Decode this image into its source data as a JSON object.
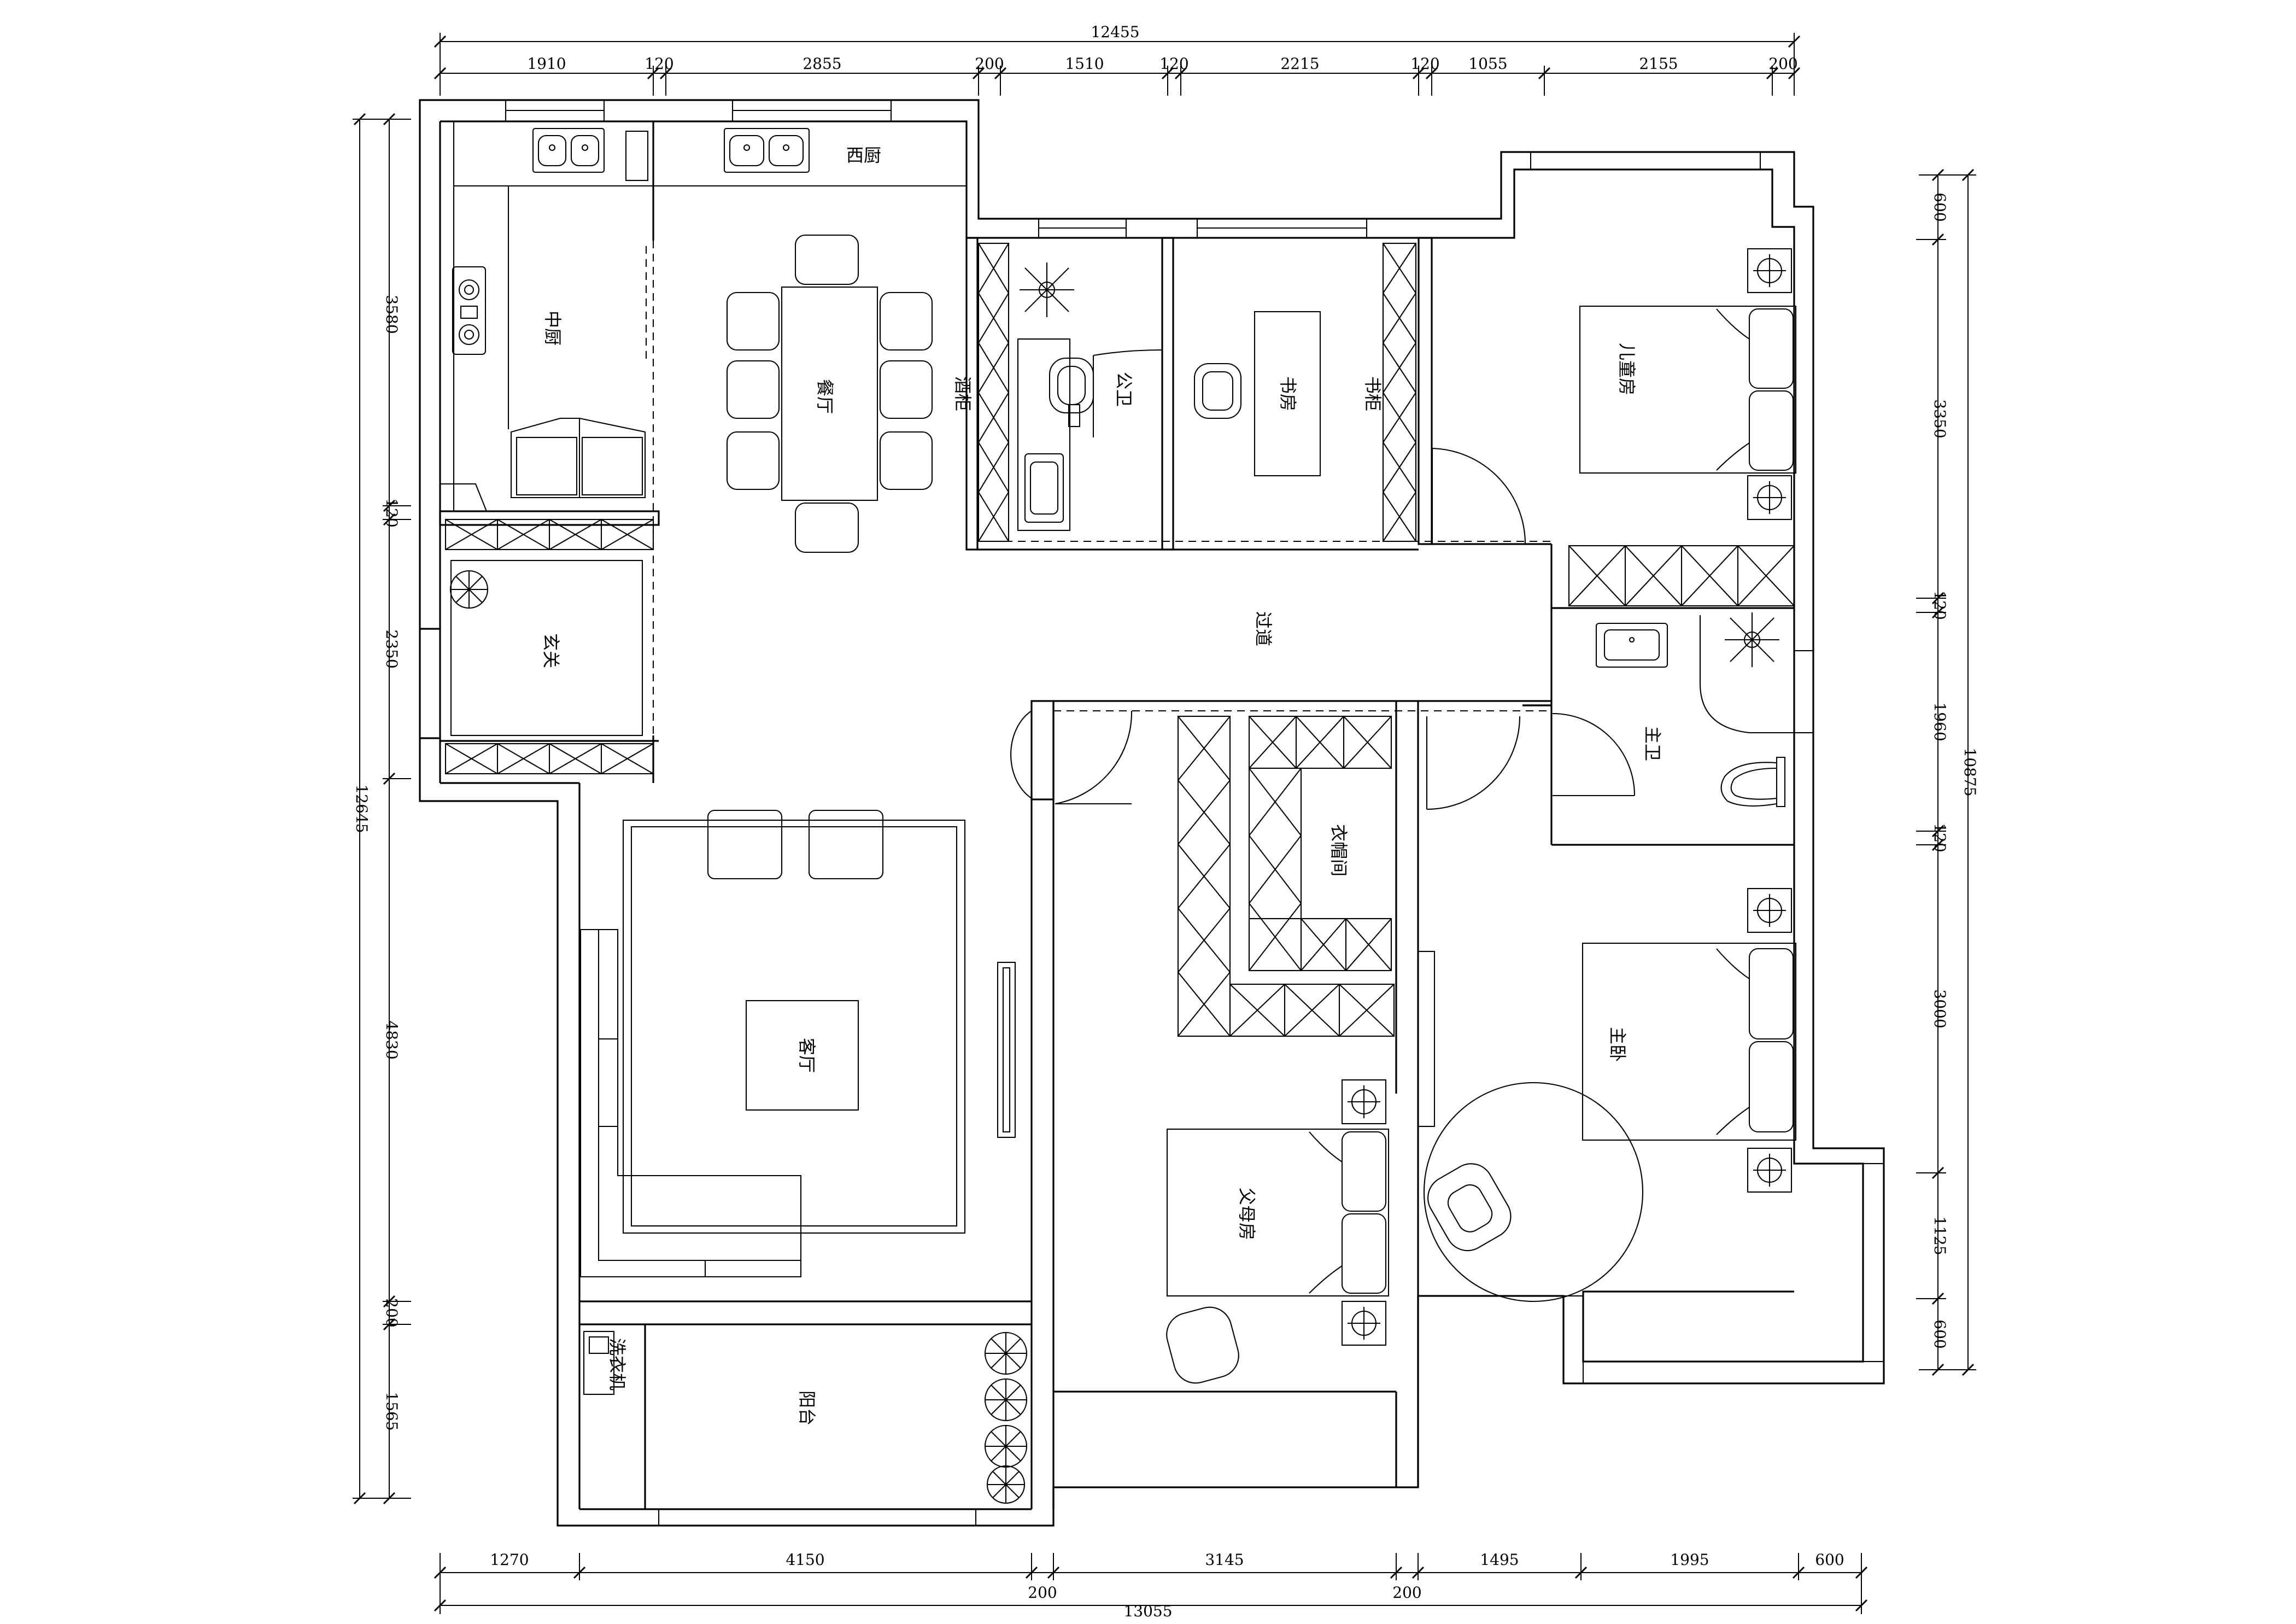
{
  "rooms": {
    "western_kitchen": "西厨",
    "chinese_kitchen": "中厨",
    "dining": "餐厅",
    "wine_cabinet": "酒柜",
    "public_bath": "公卫",
    "study": "书房",
    "bookcase": "书柜",
    "child_room": "儿童房",
    "foyer": "玄关",
    "corridor": "过道",
    "master_bath": "主卫",
    "walk_in_closet": "衣帽间",
    "living": "客厅",
    "master_bedroom": "主卧",
    "parents_room": "父母房",
    "balcony": "阳台",
    "washer": "洗衣机"
  },
  "dims": {
    "top_total": "12455",
    "top": [
      "1910",
      "120",
      "2855",
      "200",
      "1510",
      "120",
      "2215",
      "120",
      "1055",
      "2155",
      "200"
    ],
    "bottom_total": "13055",
    "bottom": [
      "1270",
      "4150",
      "3145",
      "1495",
      "1995",
      "600"
    ],
    "bottom_sub": [
      "200",
      "200"
    ],
    "left_total": "12645",
    "left": [
      "3580",
      "120",
      "2350",
      "4830",
      "200",
      "1565"
    ],
    "right_total": "10875",
    "right": [
      "600",
      "3350",
      "120",
      "1960",
      "120",
      "3000",
      "1125",
      "600"
    ]
  }
}
